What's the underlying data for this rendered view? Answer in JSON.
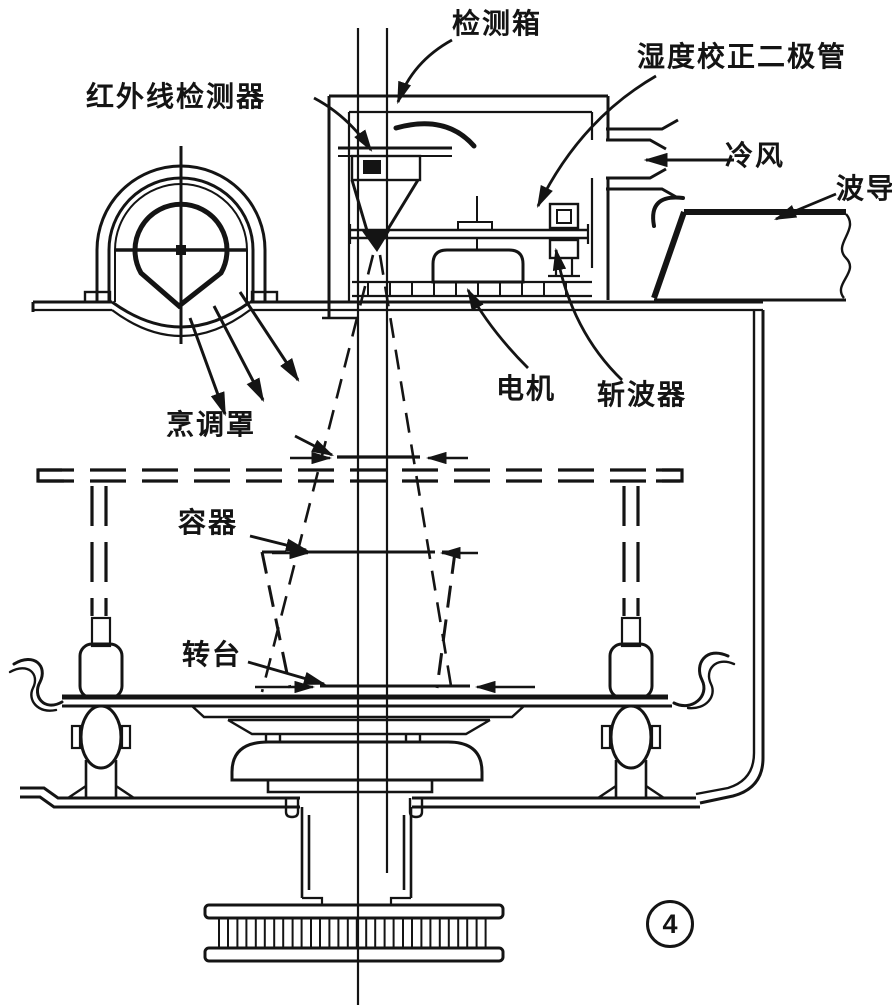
{
  "diagram": {
    "figure_number": "4",
    "colors": {
      "ink": "#141414",
      "paper": "#ffffff"
    },
    "labels": [
      {
        "id": "detection-box",
        "text": "检测箱"
      },
      {
        "id": "humidity-correction-diode",
        "text": "湿度校正二极管"
      },
      {
        "id": "infrared-detector",
        "text": "红外线检测器"
      },
      {
        "id": "cold-air",
        "text": "冷风"
      },
      {
        "id": "waveguide",
        "text": "波导"
      },
      {
        "id": "motor",
        "text": "电机"
      },
      {
        "id": "chopper",
        "text": "斩波器"
      },
      {
        "id": "cooking-cover",
        "text": "烹调罩"
      },
      {
        "id": "container",
        "text": "容器"
      },
      {
        "id": "turntable",
        "text": "转台"
      }
    ]
  }
}
